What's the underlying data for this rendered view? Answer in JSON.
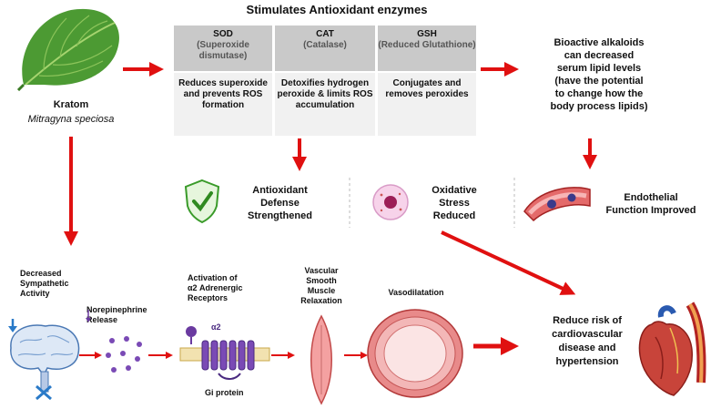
{
  "title": "Stimulates Antioxidant enzymes",
  "kratom": {
    "name": "Kratom",
    "species": "Mitragyna speciosa"
  },
  "enzymes": [
    {
      "abbr": "SOD",
      "full": "(Superoxide dismutase)",
      "action": "Reduces superoxide and prevents ROS formation"
    },
    {
      "abbr": "CAT",
      "full": "(Catalase)",
      "action": "Detoxifies hydrogen peroxide & limits ROS accumulation"
    },
    {
      "abbr": "GSH",
      "full": "(Reduced Glutathione)",
      "action": "Conjugates and removes peroxides"
    }
  ],
  "alkaloids": {
    "line1": "Bioactive alkaloids",
    "line2": "can decreased",
    "line3": "serum lipid levels",
    "line4": "(have the potential",
    "line5": "to change how the",
    "line6": "body process lipids)"
  },
  "outcomes": {
    "antioxidant": [
      "Antioxidant",
      "Defense",
      "Strengthened"
    ],
    "oxidative": [
      "Oxidative",
      "Stress",
      "Reduced"
    ],
    "endothelial": [
      "Endothelial",
      "Function Improved"
    ]
  },
  "pathway": {
    "sympathetic": [
      "Decreased",
      "Sympathetic",
      "Activity"
    ],
    "norepinephrine": [
      "Norepinephrine",
      "Release"
    ],
    "receptor": [
      "Activation of",
      "α2 Adrenergic",
      "Receptors"
    ],
    "alpha_label": "α2",
    "gi": "Gi protein",
    "smooth": [
      "Vascular",
      "Smooth",
      "Muscle",
      "Relaxation"
    ],
    "vaso": "Vasodilatation"
  },
  "risk": [
    "Reduce risk of",
    "cardiovascular",
    "disease and",
    "hypertension"
  ],
  "colors": {
    "arrow": "#e01010",
    "table_head": "#c9c9c9",
    "table_body": "#f1f1f1",
    "leaf": "#3f8a2a"
  }
}
